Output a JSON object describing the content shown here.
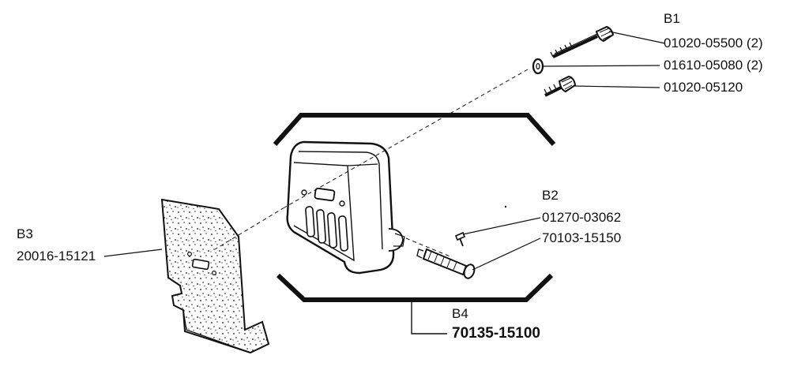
{
  "groups": {
    "b1": {
      "label": "B1",
      "parts": [
        "01020-05500 (2)",
        "01610-05080 (2)",
        "01020-05120"
      ]
    },
    "b2": {
      "label": "B2",
      "parts": [
        "01270-03062",
        "70103-15150"
      ]
    },
    "b3": {
      "label": "B3",
      "parts": [
        "20016-15121"
      ]
    },
    "b4": {
      "label": "B4",
      "parts": [
        "70135-15100"
      ]
    }
  },
  "colors": {
    "ink": "#111111",
    "background": "#ffffff"
  }
}
